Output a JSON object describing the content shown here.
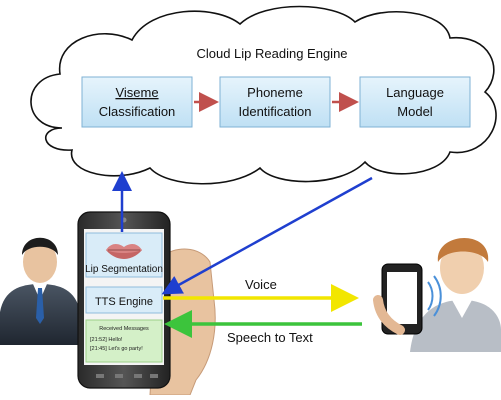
{
  "cloud": {
    "title": "Cloud Lip Reading Engine",
    "modules": [
      {
        "line1": "Viseme",
        "line2": "Classification"
      },
      {
        "line1": "Phoneme",
        "line2": "Identification"
      },
      {
        "line1": "Language",
        "line2": "Model"
      }
    ]
  },
  "phone": {
    "lip_label": "Lip Segmentation",
    "tts_label": "TTS Engine",
    "messages_header": "Received Messages",
    "messages": [
      "[21:52] Hello!",
      "[21:45] Let's go party!"
    ]
  },
  "links": {
    "voice": "Voice",
    "speech_to_text": "Speech to Text"
  },
  "colors": {
    "module_fill": "#cfe8f7",
    "arrow_red": "#c0504d",
    "arrow_blue": "#1f3fcf",
    "arrow_yellow": "#f2e600",
    "arrow_green": "#3cc43c"
  }
}
